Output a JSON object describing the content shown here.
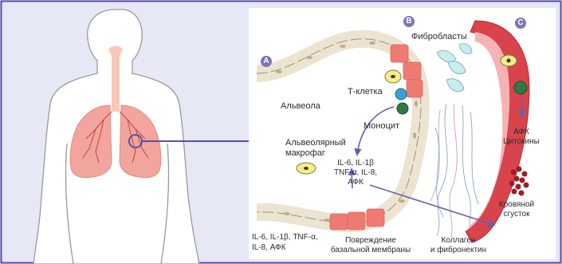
{
  "colors": {
    "background": "#e6e8f6",
    "panel": "#ffffff",
    "badge": "#7b76b8",
    "lung": "#f2a59c",
    "airway_wall": "#ece4d1",
    "inflamed_cells": "#ee7b73",
    "arrow": "#6a5fae",
    "blood_vessel": "#d9434b"
  },
  "panels": {
    "a": "A",
    "b": "B",
    "c": "C"
  },
  "labels": {
    "fibroblasts": "Фибробласты",
    "t_cell": "Т-клетка",
    "alveolus": "Альвеола",
    "monocyte": "Моноцит",
    "macrophage_line1": "Альвеолярный",
    "macrophage_line2": "макрофаг",
    "cytokines_line1": "IL-6, IL-1β",
    "cytokines_line2": "TNF-α, IL-8,",
    "cytokines_line3": "АФК",
    "ros_line1": "АФК",
    "ros_line2": "Цитокины",
    "clot_line1": "Кровяной",
    "clot_line2": "сгусток",
    "bottom_cytokines_line1": "IL-6, IL-1β, TNF-α,",
    "bottom_cytokines_line2": "IL-8, АФК",
    "membrane_line1": "Повреждение",
    "membrane_line2": "базальной мембраны",
    "collagen_line1": "Коллаген",
    "collagen_line2": "и фибронектин"
  }
}
